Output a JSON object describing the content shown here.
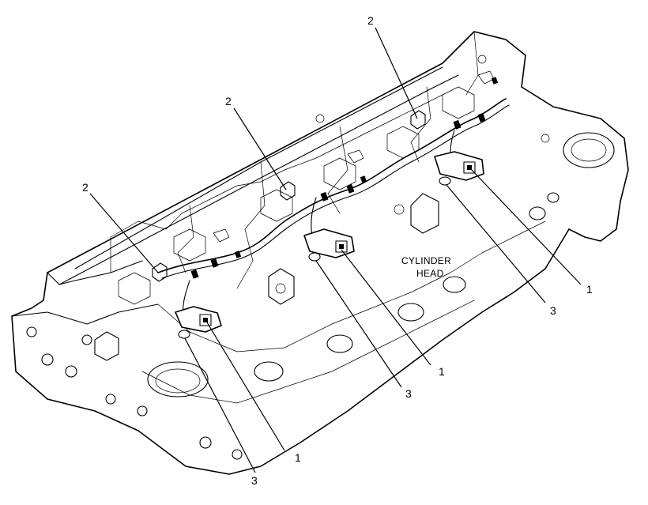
{
  "diagram": {
    "part_label": "CYLINDER\nHEAD",
    "part_label_lines": [
      "CYLINDER",
      "HEAD"
    ],
    "callouts": [
      {
        "id": "c1a",
        "text": "1"
      },
      {
        "id": "c1b",
        "text": "1"
      },
      {
        "id": "c1c",
        "text": "1"
      },
      {
        "id": "c2a",
        "text": "2"
      },
      {
        "id": "c2b",
        "text": "2"
      },
      {
        "id": "c2c",
        "text": "2"
      },
      {
        "id": "c3a",
        "text": "3"
      },
      {
        "id": "c3b",
        "text": "3"
      },
      {
        "id": "c3c",
        "text": "3"
      }
    ],
    "colors": {
      "line": "#000000",
      "background": "#ffffff"
    }
  }
}
